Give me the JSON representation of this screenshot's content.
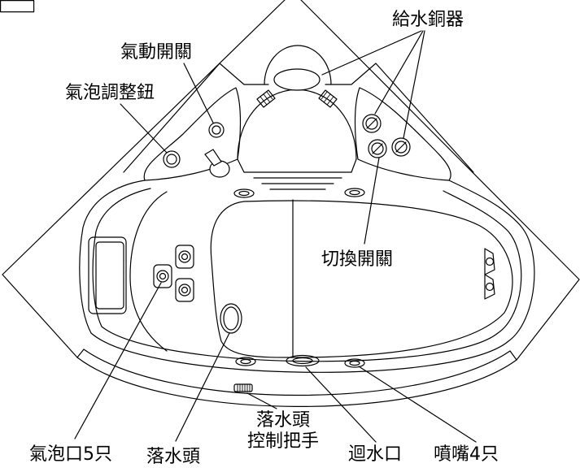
{
  "colors": {
    "line": "#000000",
    "background": "#ffffff"
  },
  "labels": {
    "water_supply_fitting": "給水銅器",
    "air_switch": "氣動開關",
    "bubble_adjust_knob": "氣泡調整鈕",
    "diverter_switch": "切換開關",
    "air_outlets": "氣泡口5只",
    "drain": "落水頭",
    "drain_handle_line1": "落水頭",
    "drain_handle_line2": "控制把手",
    "return_outlet": "迴水口",
    "nozzles": "噴嘴4只"
  }
}
